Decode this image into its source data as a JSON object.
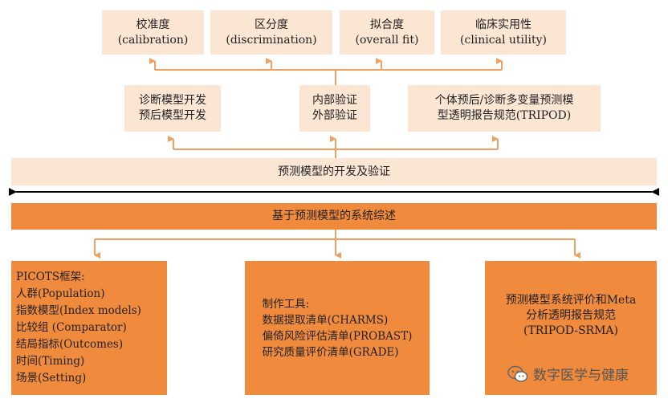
{
  "top_metrics": [
    {
      "zh": "校准度",
      "en": "(calibration)"
    },
    {
      "zh": "区分度",
      "en": "(discrimination)"
    },
    {
      "zh": "拟合度",
      "en": "(overall fit)"
    },
    {
      "zh": "临床实用性",
      "en": "(clinical utility)"
    }
  ],
  "second_row": {
    "left": [
      "诊断模型开发",
      "预后模型开发"
    ],
    "middle": [
      "内部验证",
      "外部验证"
    ],
    "right": [
      "个体预后/诊断多变量预测模",
      "型透明报告规范(TRIPOD)"
    ]
  },
  "band_dev": "预测模型的开发及验证",
  "band_review": "基于预测模型的系统综述",
  "bottom_left": {
    "title": "PICOTS框架:",
    "items": [
      "人群(Population)",
      "指数模型(Index models)",
      "比较组 (Comparator)",
      "结局指标(Outcomes)",
      "时间(Timing)",
      "场景(Setting)"
    ]
  },
  "bottom_middle": {
    "title": "制作工具:",
    "items": [
      "数据提取清单(CHARMS)",
      "偏倚风险评估清单(PROBAST)",
      "研究质量评价清单(GRADE)"
    ]
  },
  "bottom_right": [
    "预测模型系统评价和Meta",
    "分析透明报告规范",
    "(TRIPOD-SRMA)"
  ],
  "watermark": "数字医学与健康",
  "colors": {
    "pale": "#fbe6d3",
    "orange": "#f08a3c",
    "connector": "#f0a060"
  }
}
